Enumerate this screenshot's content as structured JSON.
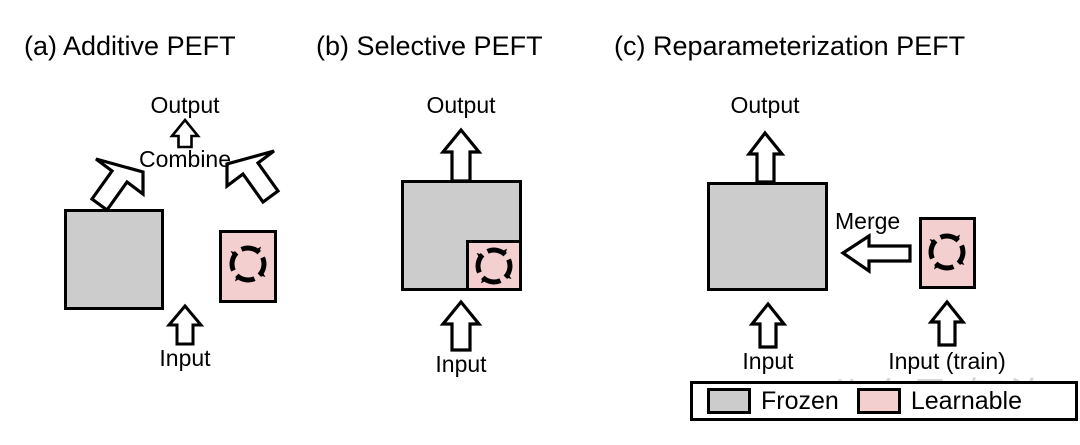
{
  "figure": {
    "background": "#ffffff",
    "frozen_color": "#cccccc",
    "learnable_color": "#f3cfd0",
    "stroke_color": "#000000"
  },
  "panels": [
    {
      "id": "additive",
      "title": "(a) Additive PEFT",
      "output_label": "Output",
      "mid_label": "Combine",
      "input_label": "Input",
      "blocks": [
        {
          "kind": "frozen",
          "icon": "none"
        },
        {
          "kind": "learnable",
          "icon": "cycle-icon"
        }
      ]
    },
    {
      "id": "selective",
      "title": "(b) Selective PEFT",
      "output_label": "Output",
      "mid_label": "",
      "input_label": "Input",
      "blocks": [
        {
          "kind": "frozen",
          "icon": "none"
        },
        {
          "kind": "learnable",
          "icon": "cycle-icon"
        }
      ]
    },
    {
      "id": "reparameterization",
      "title": "(c) Reparameterization PEFT",
      "output_label": "Output",
      "mid_label": "Merge",
      "input_label": "Input",
      "input_train_label": "Input (train)",
      "blocks": [
        {
          "kind": "frozen",
          "icon": "none"
        },
        {
          "kind": "learnable",
          "icon": "cycle-icon"
        }
      ]
    }
  ],
  "legend": {
    "items": [
      {
        "swatch": "frozen",
        "label": "Frozen",
        "color": "#cccccc"
      },
      {
        "swatch": "learnable",
        "label": "Learnable",
        "color": "#f3cfd0"
      }
    ]
  },
  "watermark": {
    "text": "公众号 智治AI"
  }
}
